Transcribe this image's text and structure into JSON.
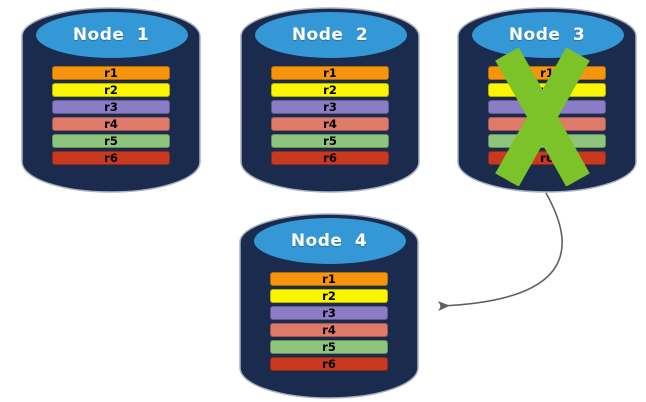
{
  "colors": {
    "background": "#FFFFFF",
    "cylinder_body": "#1B2B4D",
    "cylinder_top": "#3498D6",
    "cylinder_outline": "#A9B2C3",
    "title_text": "#FFFFFF",
    "row_text": "#000000",
    "failure_x": "#7CC229",
    "arrow": "#606060"
  },
  "nodes": [
    {
      "label": "Node 1",
      "failed": false,
      "rows": [
        {
          "label": "r1",
          "color": "#F6950C"
        },
        {
          "label": "r2",
          "color": "#FCF500"
        },
        {
          "label": "r3",
          "color": "#8A7CC5"
        },
        {
          "label": "r4",
          "color": "#DF7A6B"
        },
        {
          "label": "r5",
          "color": "#8FC47C"
        },
        {
          "label": "r6",
          "color": "#C8391F"
        }
      ]
    },
    {
      "label": "Node 2",
      "failed": false,
      "rows": [
        {
          "label": "r1",
          "color": "#F6950C"
        },
        {
          "label": "r2",
          "color": "#FCF500"
        },
        {
          "label": "r3",
          "color": "#8A7CC5"
        },
        {
          "label": "r4",
          "color": "#DF7A6B"
        },
        {
          "label": "r5",
          "color": "#8FC47C"
        },
        {
          "label": "r6",
          "color": "#C8391F"
        }
      ]
    },
    {
      "label": "Node 3",
      "failed": true,
      "rows": [
        {
          "label": "r1",
          "color": "#F6950C"
        },
        {
          "label": "r2",
          "color": "#FCF500"
        },
        {
          "label": "r3",
          "color": "#8A7CC5"
        },
        {
          "label": "r4",
          "color": "#DF7A6B"
        },
        {
          "label": "r5",
          "color": "#8FC47C"
        },
        {
          "label": "r6",
          "color": "#C8391F"
        }
      ]
    },
    {
      "label": "Node 4",
      "failed": false,
      "rows": [
        {
          "label": "r1",
          "color": "#F6950C"
        },
        {
          "label": "r2",
          "color": "#FCF500"
        },
        {
          "label": "r3",
          "color": "#8A7CC5"
        },
        {
          "label": "r4",
          "color": "#DF7A6B"
        },
        {
          "label": "r5",
          "color": "#8FC47C"
        },
        {
          "label": "r6",
          "color": "#C8391F"
        }
      ]
    }
  ],
  "arrow": {
    "from": "Node 3",
    "to": "Node 4"
  }
}
